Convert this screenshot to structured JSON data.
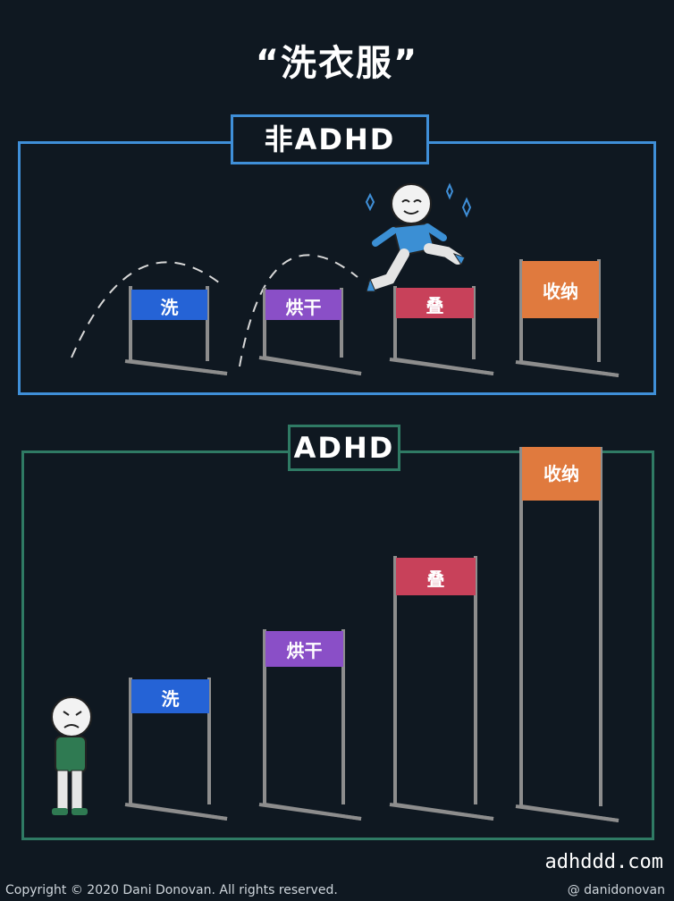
{
  "title": "“洗衣服”",
  "sections": {
    "non_adhd": {
      "label": "非ADHD",
      "hurdles": [
        "洗",
        "烘干",
        "叠",
        "收纳"
      ]
    },
    "adhd": {
      "label": "ADHD",
      "hurdles": [
        "洗",
        "烘干",
        "叠",
        "收纳"
      ]
    }
  },
  "colors": {
    "wash": "#2563d6",
    "dry": "#8a4fc7",
    "fold": "#c8415a",
    "store": "#e07a3e",
    "non_adhd_border": "#3f8fd8",
    "adhd_border": "#2f7a64"
  },
  "footer": {
    "site": "adhddd.com",
    "copyright": "Copyright © 2020 Dani Donovan. All rights reserved.",
    "handle": "@ danidonovan"
  }
}
